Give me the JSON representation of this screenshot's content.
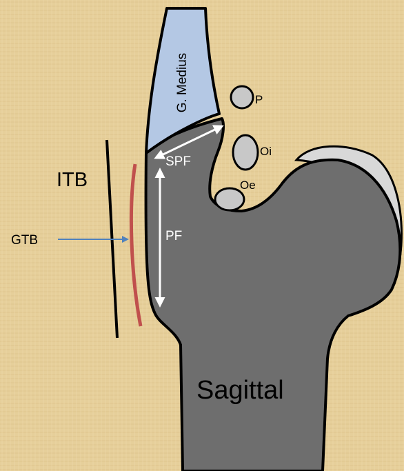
{
  "labels": {
    "g_medius": "G. Medius",
    "p": "P",
    "oi": "Oi",
    "oe": "Oe",
    "spf": "SPF",
    "itb": "ITB",
    "pf": "PF",
    "gtb": "GTB",
    "sagittal": "Sagittal"
  },
  "colors": {
    "background": "#e6cf9a",
    "bone": "#6e6e6e",
    "bone_shadow": "#d8d8d8",
    "muscle": "#b4c8e4",
    "gtb_line": "#c0504d",
    "arrow": "#4f81bd",
    "outline": "#000000",
    "measure_arrows": "#ffffff"
  }
}
